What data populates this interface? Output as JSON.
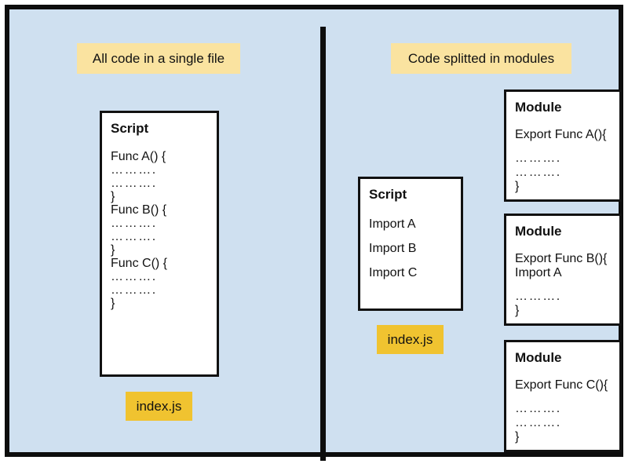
{
  "diagram": {
    "background_color": "#cfe0f0",
    "border_color": "#0d0d0d",
    "title_box_color": "#fae3a0",
    "badge_color": "#f0c330",
    "card_color": "#ffffff"
  },
  "left_panel": {
    "title": "All code in a single file",
    "script_card": {
      "title": "Script",
      "lines": [
        "Func A() {",
        "……….",
        "……….",
        "}",
        "Func B() {",
        "……….",
        "……….",
        "}",
        "Func C() {",
        "……….",
        "……….",
        "}"
      ]
    },
    "badge": "index.js"
  },
  "right_panel": {
    "title": "Code splitted in modules",
    "script_card": {
      "title": "Script",
      "lines": [
        "Import A",
        "Import B",
        "Import C"
      ]
    },
    "badge": "index.js",
    "modules": [
      {
        "title": "Module",
        "lines": [
          "Export Func A(){",
          "……….",
          "……….",
          "}"
        ]
      },
      {
        "title": "Module",
        "lines": [
          "Export Func B(){",
          "Import A",
          "……….",
          "}"
        ]
      },
      {
        "title": "Module",
        "lines": [
          "Export Func C(){",
          "……….",
          "……….",
          "}"
        ]
      }
    ]
  }
}
